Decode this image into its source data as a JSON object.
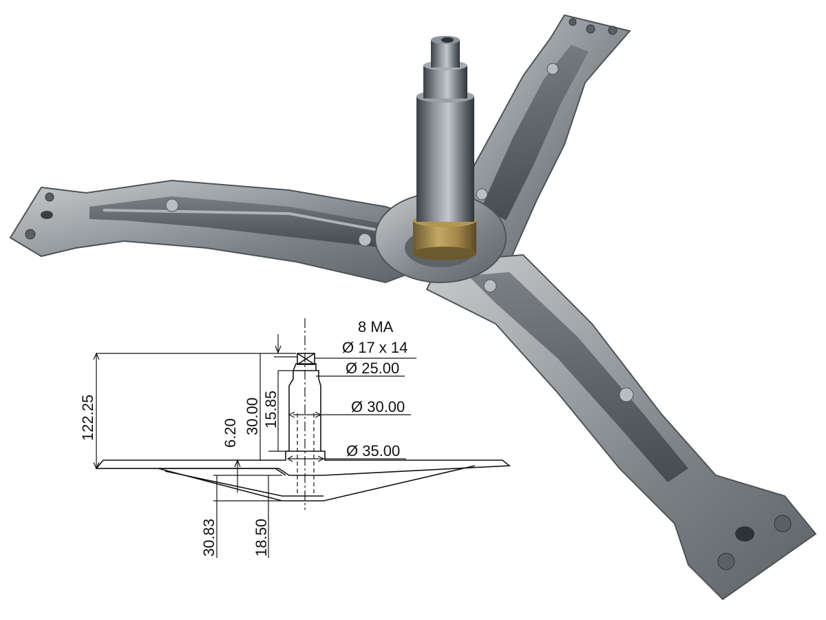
{
  "product": {
    "name_icon": "washing-machine-drum-spider-icon"
  },
  "drawing": {
    "thread_label": "8 MA",
    "d1_label": "Ø 17 x 14",
    "d2_label": "Ø 25.00",
    "d3_label": "Ø 30.00",
    "d4_label": "Ø 35.00",
    "h_total": "122.25",
    "h_30": "30.00",
    "h_1585": "15.85",
    "h_620": "6.20",
    "h_3083": "30.83",
    "h_1850": "18.50"
  }
}
